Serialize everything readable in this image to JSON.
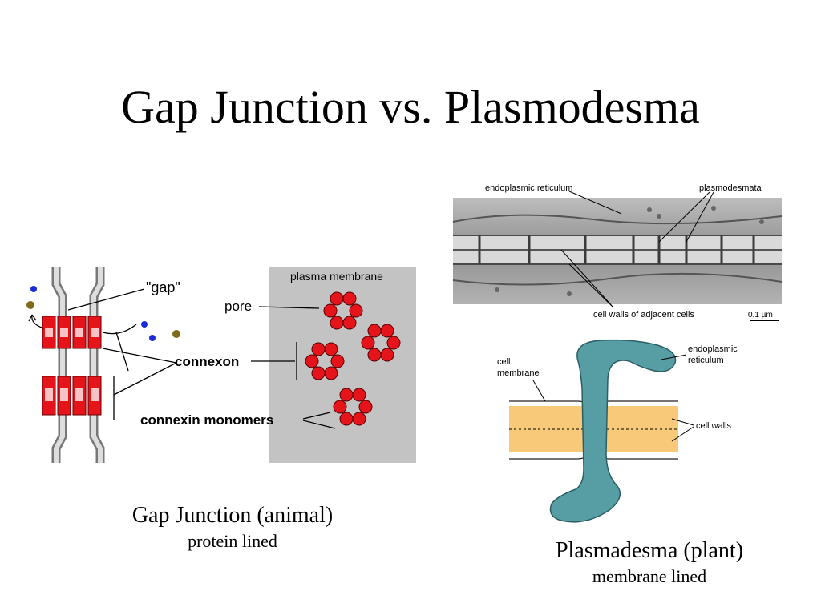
{
  "title": "Gap Junction vs. Plasmodesma",
  "gap_junction_diagram": {
    "label_gap": "\"gap\"",
    "label_connexon": "connexon",
    "label_pore": "pore",
    "label_connexin_monomers": "connexin monomers",
    "label_plasma_membrane": "plasma membrane"
  },
  "micrograph": {
    "label_er": "endoplasmic reticulum",
    "label_plasmodesmata": "plasmodesmata",
    "label_cell_walls": "cell walls of adjacent cells",
    "scale_bar": "0.1 µm"
  },
  "plasmodesma_diagram": {
    "label_cell_membrane_line1": "cell",
    "label_cell_membrane_line2": "membrane",
    "label_er_line1": "endoplasmic",
    "label_er_line2": "reticulum",
    "label_cell_walls": "cell walls"
  },
  "captions": {
    "gap_main": "Gap Junction (animal)",
    "gap_sub": "protein lined",
    "plasm_main": "Plasmadesma (plant)",
    "plasm_sub": "membrane lined"
  },
  "colors": {
    "connexin_red": "#e5141b",
    "gray_panel": "#c3c3c3",
    "cell_wall_orange": "#f9c97a",
    "er_teal": "#579ea4"
  }
}
